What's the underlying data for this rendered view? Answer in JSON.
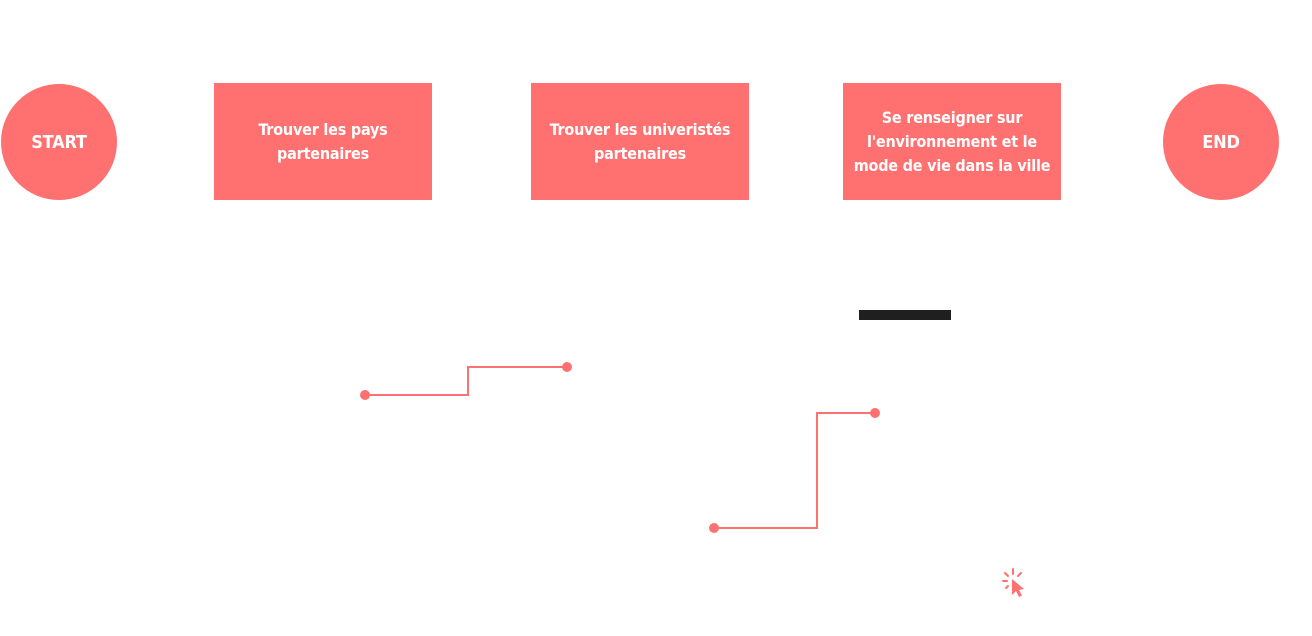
{
  "colors": {
    "accent": "#ff7070",
    "text_on_accent": "#ffffff",
    "bar": "#1f1f1f"
  },
  "nodes": {
    "start": {
      "label": "START"
    },
    "step1": {
      "label": "Trouver les pays partenaires"
    },
    "step2": {
      "label": "Trouver les univeristés partenaires"
    },
    "step3": {
      "label": "Se renseigner sur l'environnement et le mode de vie dans la ville"
    },
    "end": {
      "label": "END"
    }
  },
  "icons": {
    "cursor": "click-cursor-icon"
  }
}
